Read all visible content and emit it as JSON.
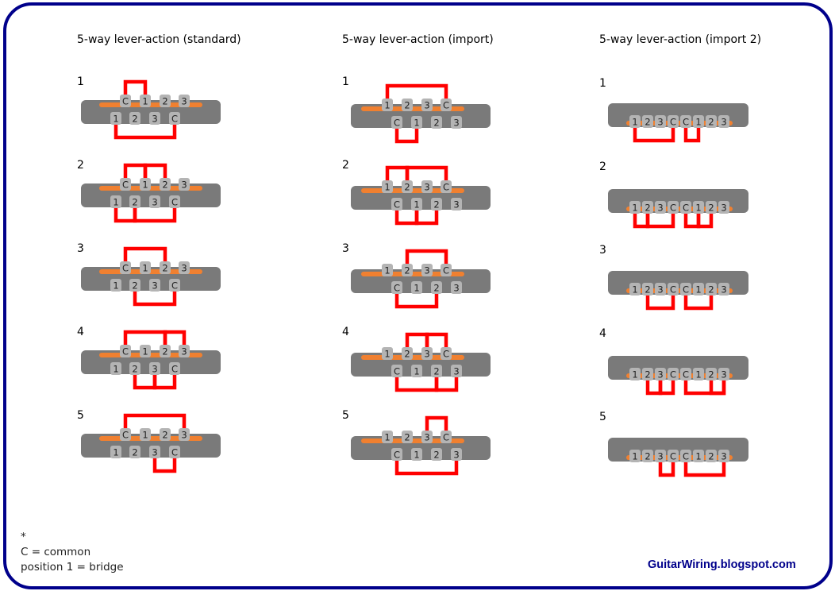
{
  "colors": {
    "frame": "#00008b",
    "body": "#7a7a7a",
    "bar": "#f08030",
    "wire": "#ff0000",
    "tab": "#b4b4b4",
    "site": "#00008b"
  },
  "columns": [
    {
      "title": "5-way lever-action (standard)",
      "positions": [
        {
          "label": "1",
          "top": [
            "C",
            "1",
            "2",
            "3"
          ],
          "bottom": [
            "1",
            "2",
            "3",
            "C"
          ]
        },
        {
          "label": "2",
          "top": [
            "C",
            "1",
            "2",
            "3"
          ],
          "bottom": [
            "1",
            "2",
            "3",
            "C"
          ]
        },
        {
          "label": "3",
          "top": [
            "C",
            "1",
            "2",
            "3"
          ],
          "bottom": [
            "1",
            "2",
            "3",
            "C"
          ]
        },
        {
          "label": "4",
          "top": [
            "C",
            "1",
            "2",
            "3"
          ],
          "bottom": [
            "1",
            "2",
            "3",
            "C"
          ]
        },
        {
          "label": "5",
          "top": [
            "C",
            "1",
            "2",
            "3"
          ],
          "bottom": [
            "1",
            "2",
            "3",
            "C"
          ]
        }
      ]
    },
    {
      "title": "5-way lever-action (import)",
      "positions": [
        {
          "label": "1",
          "top": [
            "1",
            "2",
            "3",
            "C"
          ],
          "bottom": [
            "C",
            "1",
            "2",
            "3"
          ]
        },
        {
          "label": "2",
          "top": [
            "1",
            "2",
            "3",
            "C"
          ],
          "bottom": [
            "C",
            "1",
            "2",
            "3"
          ]
        },
        {
          "label": "3",
          "top": [
            "1",
            "2",
            "3",
            "C"
          ],
          "bottom": [
            "C",
            "1",
            "2",
            "3"
          ]
        },
        {
          "label": "4",
          "top": [
            "1",
            "2",
            "3",
            "C"
          ],
          "bottom": [
            "C",
            "1",
            "2",
            "3"
          ]
        },
        {
          "label": "5",
          "top": [
            "1",
            "2",
            "3",
            "C"
          ],
          "bottom": [
            "C",
            "1",
            "2",
            "3"
          ]
        }
      ]
    },
    {
      "title": "5-way lever-action (import 2)",
      "positions": [
        {
          "label": "1",
          "row": [
            "1",
            "2",
            "3",
            "C",
            "C",
            "1",
            "2",
            "3"
          ]
        },
        {
          "label": "2",
          "row": [
            "1",
            "2",
            "3",
            "C",
            "C",
            "1",
            "2",
            "3"
          ]
        },
        {
          "label": "3",
          "row": [
            "1",
            "2",
            "3",
            "C",
            "C",
            "1",
            "2",
            "3"
          ]
        },
        {
          "label": "4",
          "row": [
            "1",
            "2",
            "3",
            "C",
            "C",
            "1",
            "2",
            "3"
          ]
        },
        {
          "label": "5",
          "row": [
            "1",
            "2",
            "3",
            "C",
            "C",
            "1",
            "2",
            "3"
          ]
        }
      ]
    }
  ],
  "notes": [
    "*",
    "C = common",
    "position 1 = bridge"
  ],
  "site": "GuitarWiring.blogspot.com"
}
